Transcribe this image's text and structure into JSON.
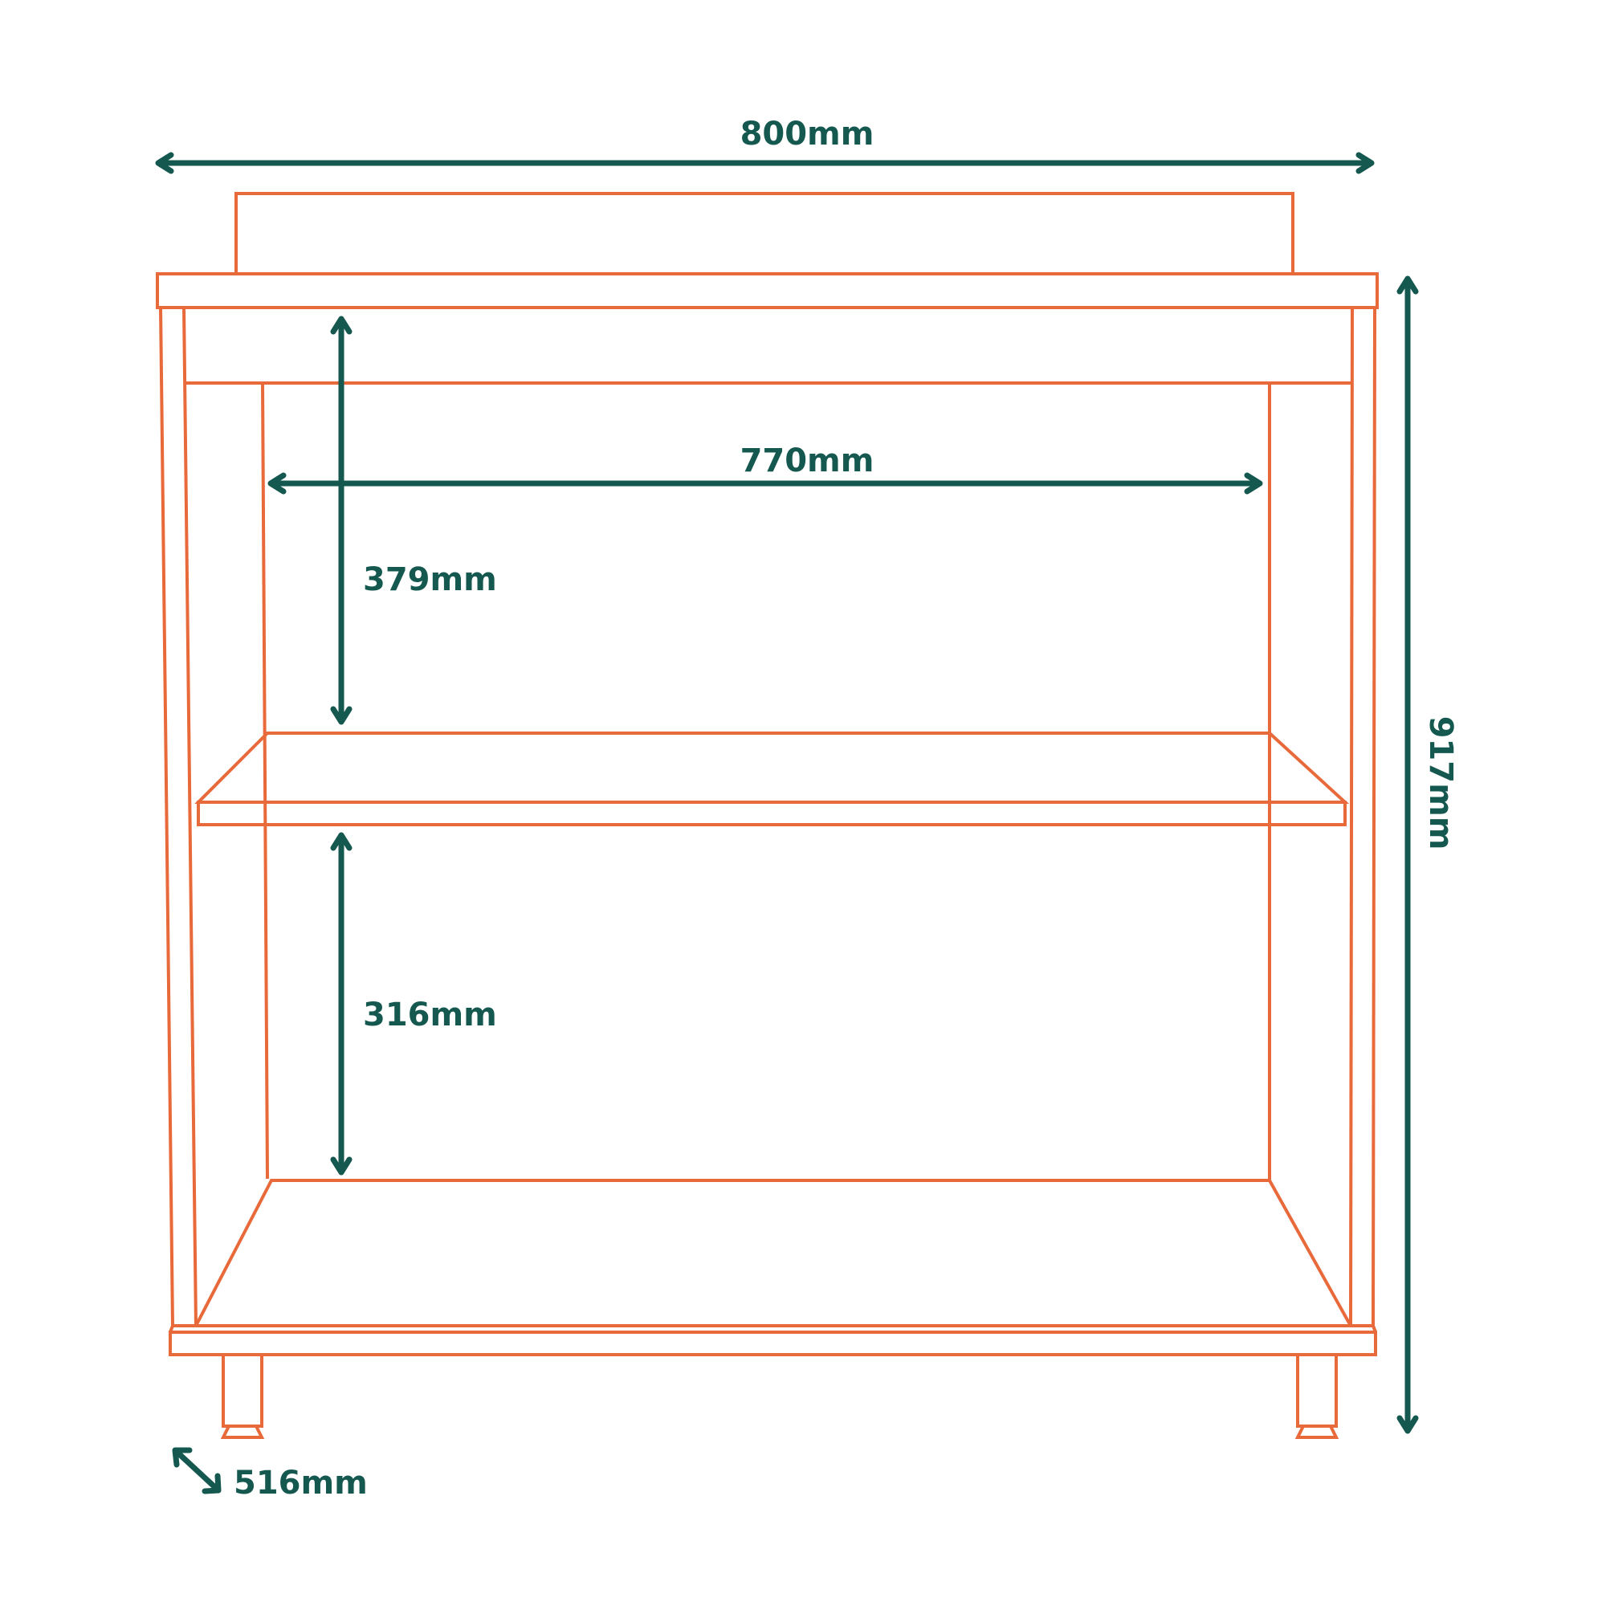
{
  "dimensions": {
    "overall_width": "800mm",
    "inner_width": "770mm",
    "upper_clearance": "379mm",
    "lower_clearance": "316mm",
    "overall_height": "917mm",
    "depth": "516mm"
  },
  "colors": {
    "outline": "#E8693A",
    "dimension": "#15584F",
    "background": "#FFFFFF"
  }
}
